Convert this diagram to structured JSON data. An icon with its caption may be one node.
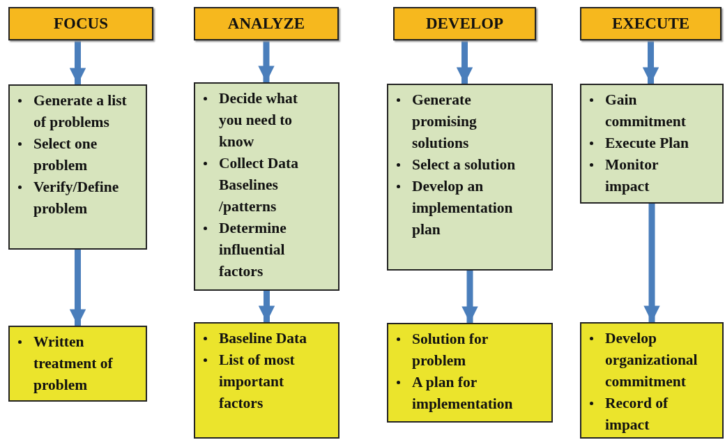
{
  "diagram": {
    "nodes": [
      {
        "text": [
          "FOCUS"
        ]
      },
      {
        "text": [
          "ANALYZE"
        ]
      },
      {
        "text": [
          "DEVELOP"
        ]
      },
      {
        "text": [
          "EXECUTE"
        ]
      },
      {
        "text": [
          "Generate a list of problems",
          "Select one problem",
          "Verify/Define problem"
        ]
      },
      {
        "text": [
          "Decide what you need to know",
          "Collect Data Baselines /patterns",
          "Determine influential factors"
        ]
      },
      {
        "text": [
          "Generate promising solutions",
          "Select a solution",
          "Develop an implementation plan"
        ]
      },
      {
        "text": [
          "Gain commitment",
          "Execute Plan",
          "Monitor impact"
        ]
      },
      {
        "text": [
          "Written treatment of problem"
        ]
      },
      {
        "text": [
          "Baseline Data",
          "List of most important factors"
        ]
      },
      {
        "text": [
          "Solution for problem",
          "A plan for implementation"
        ]
      },
      {
        "text": [
          "Develop organizational commitment",
          "Record of impact"
        ]
      }
    ],
    "edges": [
      {
        "from": 0,
        "to": 4,
        "arrow": "to"
      },
      {
        "from": 1,
        "to": 5,
        "arrow": "to"
      },
      {
        "from": 2,
        "to": 6,
        "arrow": "to"
      },
      {
        "from": 3,
        "to": 7,
        "arrow": "to"
      },
      {
        "from": 4,
        "to": 8,
        "arrow": "to"
      },
      {
        "from": 5,
        "to": 9,
        "arrow": "to"
      },
      {
        "from": 6,
        "to": 10,
        "arrow": "to"
      },
      {
        "from": 7,
        "to": 11,
        "arrow": "to"
      }
    ]
  }
}
